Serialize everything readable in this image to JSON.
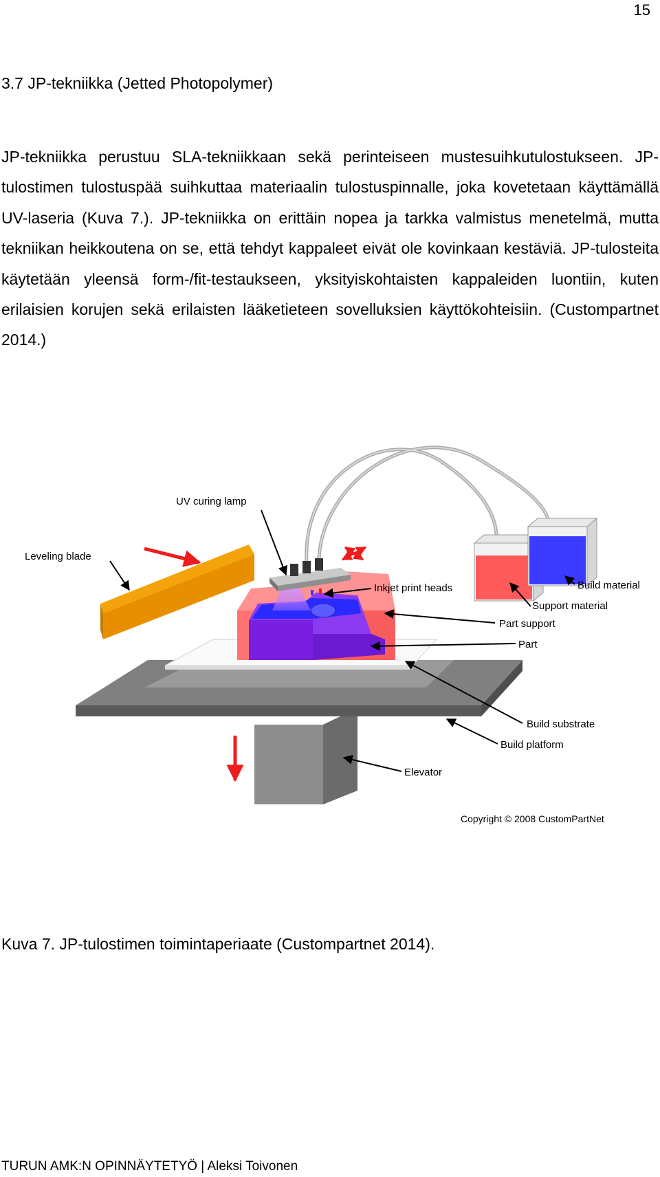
{
  "page": {
    "number": "15",
    "heading": "3.7 JP-tekniikka (Jetted Photopolymer)",
    "paragraph": "JP-tekniikka perustuu SLA-tekniikkaan sekä perinteiseen mustesuihkutulostukseen. JP-tulostimen tulostuspää suihkuttaa materiaalin tulostuspinnalle, joka kovetetaan käyttämällä UV-laseria (Kuva 7.). JP-tekniikka on erittäin nopea ja tarkka valmistus menetelmä, mutta tekniikan heikkoutena on se, että tehdyt kappaleet eivät ole kovinkaan kestäviä. JP-tulosteita käytetään yleensä form-/fit-testaukseen, yksityiskohtaisten kappaleiden luontiin, kuten erilaisien korujen sekä erilaisten lääketieteen sovelluksien käyttökohteisiin. (Custompartnet 2014.)",
    "caption": "Kuva 7. JP-tulostimen toimintaperiaate (Custompartnet 2014).",
    "footer": "TURUN AMK:N OPINNÄYTETYÖ | Aleksi Toivonen"
  },
  "figure": {
    "labels": {
      "uv_lamp": "UV curing lamp",
      "leveling_blade": "Leveling blade",
      "inkjet_heads": "Inkjet print heads",
      "build_material": "Build material",
      "support_material": "Support material",
      "part_support": "Part support",
      "part": "Part",
      "build_substrate": "Build substrate",
      "build_platform": "Build platform",
      "elevator": "Elevator",
      "copyright": "Copyright © 2008 CustomPartNet"
    },
    "colors": {
      "support": "#ff5a5a",
      "build": "#3b3bff",
      "part": "#7a1fe0",
      "blade": "#f5a30a",
      "platform": "#6e6e6e",
      "arrow_red": "#ee1c1c"
    }
  }
}
